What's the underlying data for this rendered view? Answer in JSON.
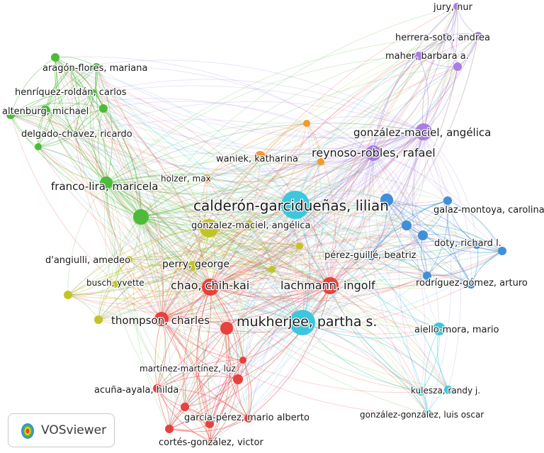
{
  "brand": {
    "name": "VOSviewer",
    "icon": "vosviewer-logo-icon"
  },
  "colors": {
    "red": "#e8403c",
    "green": "#4cbb3a",
    "blue": "#3f8fd9",
    "yellow": "#c3c424",
    "purple": "#a87ee0",
    "cyan": "#3cc7dd",
    "orange": "#f39a2a"
  },
  "labels": {
    "jury": "jury, nur",
    "herrera": "herrera-soto, andrea",
    "maher": "maher, barbara a.",
    "aragon": "aragón-flores, mariana",
    "henriquez": "henríquez-roldán, carlos",
    "altenburg": "altenburg, michael",
    "delgado": "delgado-chavez, ricardo",
    "gonzalezmacielA": "gonzález-maciel, angélica",
    "reynoso": "reynoso-robles, rafael",
    "waniek": "waniek, katharina",
    "holzer": "holzer, max",
    "franco": "franco-lira, maricela",
    "calderon": "calderón-garcidueñas, lilian",
    "galaz": "galaz-montoya, carolina",
    "gonzalezmacielB": "gónzalez-maciel, angélica",
    "doty": "doty, richard l.",
    "dangiulli": "d'angiulli, amedeo",
    "perezguille": "pérez-guillé, beatriz",
    "perry": "perry, george",
    "busch": "busch, yvette",
    "chao": "chao, chih-kai",
    "lachmann": "lachmann, ingolf",
    "rodriguez": "rodríguez-gómez, arturo",
    "thompson": "thompson, charles",
    "mukherjee": "mukherjee, partha s.",
    "aiello": "aiello-mora, mario",
    "martinez": "martínez-martínez, luz",
    "acuna": "acuña-ayala, hilda",
    "kulesza": "kulesza, randy j.",
    "gonzalezgonzalez": "gonzález-gonzález, luis oscar",
    "garciaperez": "garcía-pérez, mario alberto",
    "cortes": "cortés-gonzález, victor"
  }
}
